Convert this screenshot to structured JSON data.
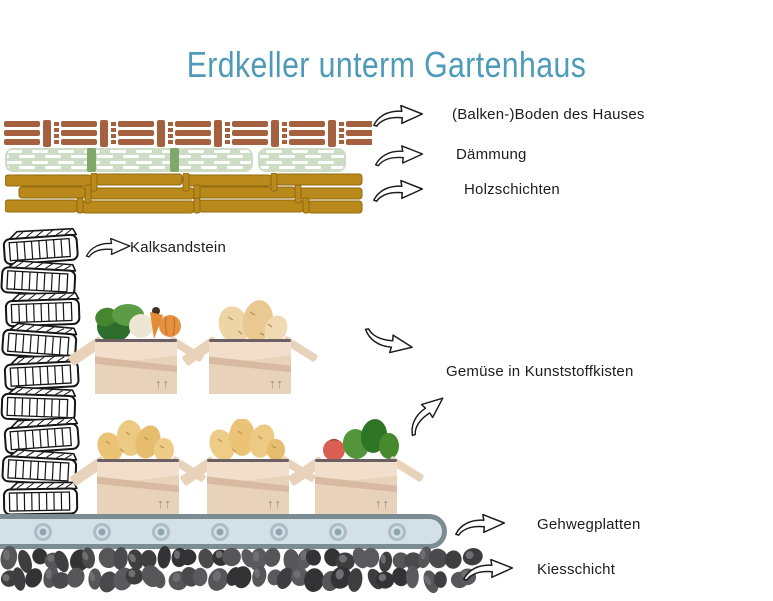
{
  "title": {
    "text": "Erdkeller unterm Gartenhaus"
  },
  "labels": {
    "balken": "(Balken-)Boden des Hauses",
    "daemmung": "Dämmung",
    "holz": "Holzschichten",
    "kalk": "Kalksandstein",
    "gemuese": "Gemüse in Kunststoffkisten",
    "gehweg": "Gehwegplatten",
    "kies": "Kiesschicht"
  },
  "crates": [
    {
      "contents": "leafy greens, cabbage, carrot, pumpkin"
    },
    {
      "contents": "bread loaves"
    },
    {
      "contents": "potatoes"
    },
    {
      "contents": "potatoes"
    },
    {
      "contents": "tomato and broccoli"
    }
  ],
  "crate_marks": "↑↑",
  "colors": {
    "title": "#4d9ab9",
    "beams": "#a5613f",
    "insulation_bg": "#ccdcc5",
    "insulation_dark": "#7fa96b",
    "wood": "#b9891b",
    "wood_stroke": "#91690e",
    "box": "#f1dfcc",
    "box_mid": "#e9d2ba",
    "box_dark": "#d8b9a2",
    "conveyor_fill": "#d3e0e7",
    "conveyor_border": "#7b8c93",
    "roller": "#aabdc5",
    "roller_dark": "#90a5ae"
  },
  "gravel_colors": [
    "#3e3e40",
    "#4a4a4c",
    "#565659",
    "#333335",
    "#5a5a5e"
  ]
}
